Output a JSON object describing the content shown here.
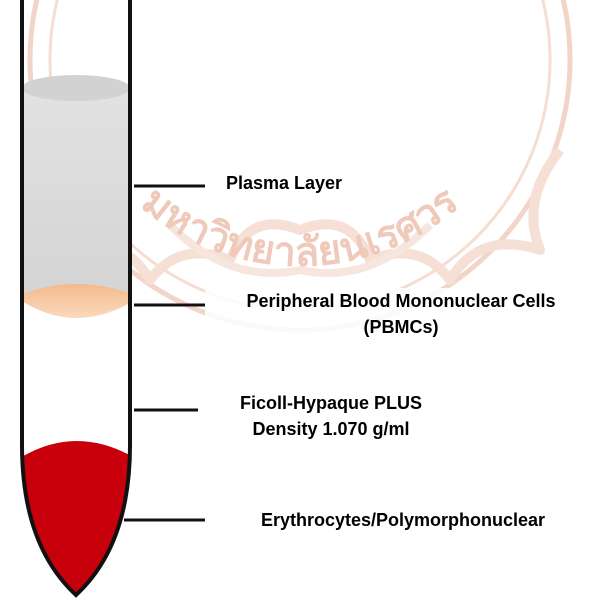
{
  "colors": {
    "tube_outline": "#111111",
    "plasma": "#dcdcdc",
    "pbmc": "#f6c49a",
    "erythrocytes": "#c8000c",
    "watermark": "#e4a487"
  },
  "watermark": {
    "text": "มหาวิทยาลัยนเรศวร",
    "kind": "university-seal"
  },
  "labels": {
    "plasma": "Plasma Layer",
    "pbmc_line1": "Peripheral Blood Mononuclear Cells",
    "pbmc_line2": "(PBMCs)",
    "ficoll_line1": "Ficoll-Hypaque PLUS",
    "ficoll_line2": "Density 1.070 g/ml",
    "erythrocytes": "Erythrocytes/Polymorphonuclear"
  }
}
